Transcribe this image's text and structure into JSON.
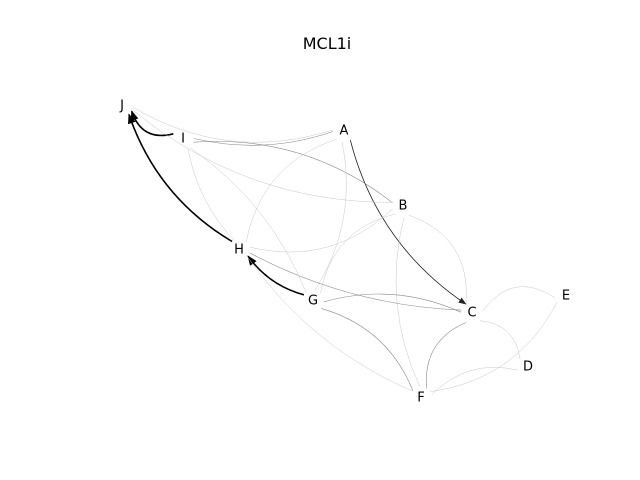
{
  "title": "MCL1i",
  "nodes": [
    {
      "id": "A",
      "label": "A"
    },
    {
      "id": "B",
      "label": "B"
    },
    {
      "id": "C",
      "label": "C"
    },
    {
      "id": "D",
      "label": "D"
    },
    {
      "id": "E",
      "label": "E"
    },
    {
      "id": "F",
      "label": "F"
    },
    {
      "id": "G",
      "label": "G"
    },
    {
      "id": "H",
      "label": "H"
    },
    {
      "id": "I",
      "label": "I"
    },
    {
      "id": "J",
      "label": "J"
    }
  ],
  "edges": [
    {
      "source": "I",
      "target": "J",
      "strength": "strong",
      "arrow": true
    },
    {
      "source": "H",
      "target": "J",
      "strength": "strong",
      "arrow": true
    },
    {
      "source": "G",
      "target": "H",
      "strength": "strong",
      "arrow": true
    },
    {
      "source": "A",
      "target": "C",
      "strength": "medium",
      "arrow": true
    },
    {
      "source": "G",
      "target": "F",
      "strength": "weak",
      "arrow": false
    },
    {
      "source": "A",
      "target": "I",
      "strength": "weak",
      "arrow": false
    },
    {
      "source": "I",
      "target": "B",
      "strength": "weak",
      "arrow": false
    },
    {
      "source": "A",
      "target": "J",
      "strength": "faint",
      "arrow": false
    },
    {
      "source": "B",
      "target": "J",
      "strength": "faint",
      "arrow": false
    },
    {
      "source": "A",
      "target": "H",
      "strength": "faint",
      "arrow": false
    },
    {
      "source": "B",
      "target": "H",
      "strength": "faint",
      "arrow": false
    },
    {
      "source": "B",
      "target": "G",
      "strength": "faint",
      "arrow": false
    },
    {
      "source": "B",
      "target": "C",
      "strength": "faint",
      "arrow": false
    },
    {
      "source": "B",
      "target": "F",
      "strength": "faint",
      "arrow": false
    },
    {
      "source": "A",
      "target": "G",
      "strength": "faint",
      "arrow": false
    },
    {
      "source": "G",
      "target": "C",
      "strength": "weak",
      "arrow": false
    },
    {
      "source": "H",
      "target": "C",
      "strength": "weak",
      "arrow": false
    },
    {
      "source": "C",
      "target": "F",
      "strength": "weak",
      "arrow": false
    },
    {
      "source": "C",
      "target": "E",
      "strength": "faint",
      "arrow": false
    },
    {
      "source": "C",
      "target": "D",
      "strength": "faint",
      "arrow": false
    },
    {
      "source": "F",
      "target": "D",
      "strength": "faint",
      "arrow": false
    },
    {
      "source": "F",
      "target": "E",
      "strength": "faint",
      "arrow": false
    },
    {
      "source": "I",
      "target": "H",
      "strength": "faint",
      "arrow": false
    },
    {
      "source": "I",
      "target": "G",
      "strength": "faint",
      "arrow": false
    },
    {
      "source": "H",
      "target": "F",
      "strength": "faint",
      "arrow": false
    }
  ],
  "colors": {
    "strong": "#000000",
    "medium": "#222222",
    "weak": "#888888",
    "faint": "#c8c8c8",
    "background": "#ffffff"
  }
}
